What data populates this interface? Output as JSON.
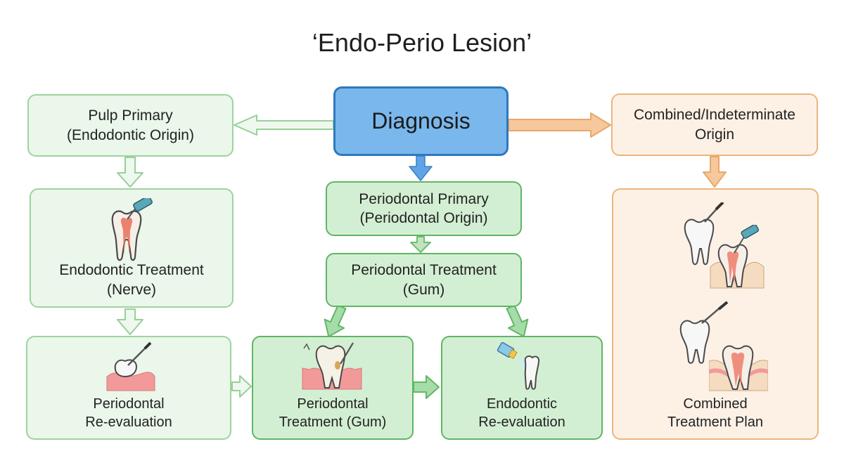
{
  "title": "‘Endo-Perio Lesion’",
  "nodes": {
    "diagnosis": "Diagnosis",
    "pulp_primary": [
      "Pulp Primary",
      "(Endodontic Origin)"
    ],
    "combined_origin": [
      "Combined/Indeterminate",
      "Origin"
    ],
    "endo_treatment": [
      "Endodontic Treatment",
      "(Nerve)"
    ],
    "perio_primary": [
      "Periodontal Primary",
      "(Periodontal Origin)"
    ],
    "perio_treatment_top": [
      "Periodontal Treatment",
      "(Gum)"
    ],
    "perio_reeval": [
      "Periodontal",
      "Re-evaluation"
    ],
    "perio_treatment_gum": [
      "Periodontal",
      "Treatment (Gum)"
    ],
    "endo_reeval": [
      "Endodontic",
      "Re-evaluation"
    ],
    "combined_plan": [
      "Combined",
      "Treatment Plan"
    ]
  },
  "colors": {
    "light_green_fill": "#eaf7ea",
    "green_fill": "#d3efd3",
    "orange_fill": "#fdf1e6",
    "blue_fill": "#7ab7ec",
    "green_arrow": "#7cc47f",
    "orange_arrow": "#f0b37c",
    "blue_arrow": "#4a90d9"
  },
  "icons": [
    "tooth-drill-icon",
    "gum-scaler-icon",
    "tooth-scaler-icon",
    "tooth-light-icon",
    "tooth-root-icon"
  ]
}
